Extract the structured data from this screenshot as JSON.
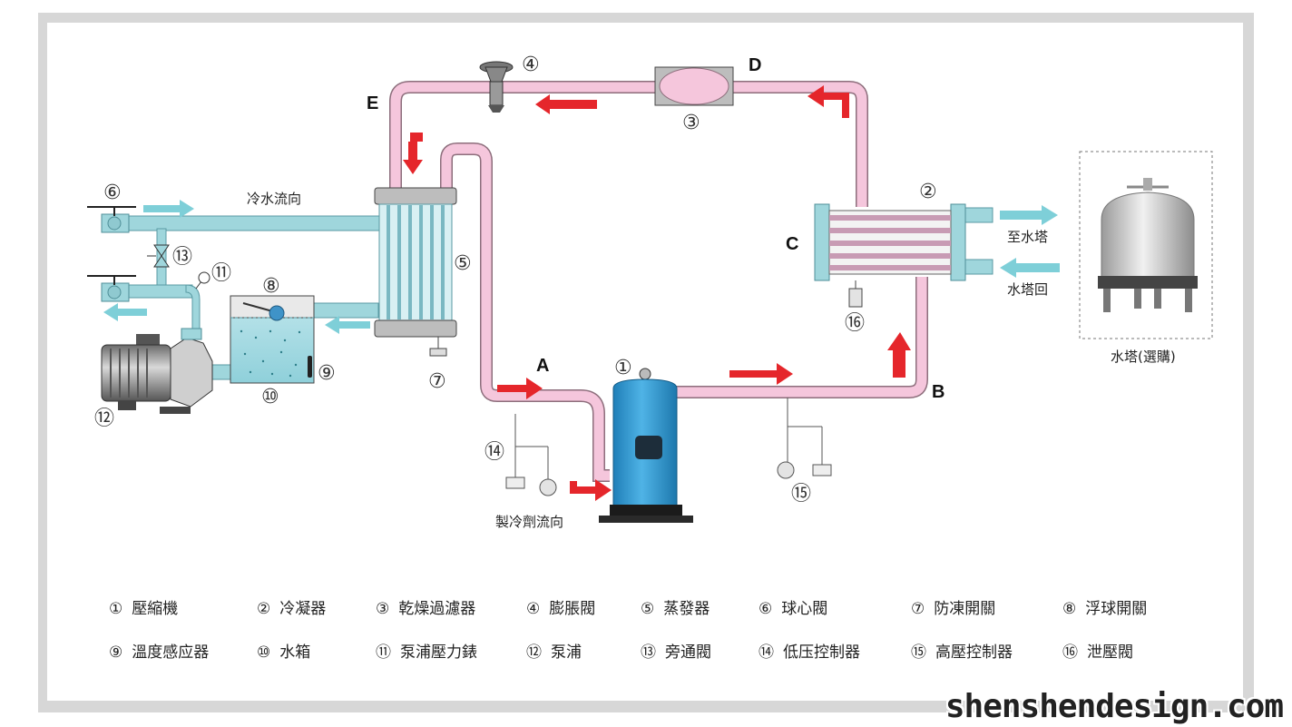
{
  "diagram": {
    "markers": {
      "m1": "①",
      "m2": "②",
      "m3": "③",
      "m4": "④",
      "m5": "⑤",
      "m6": "⑥",
      "m7": "⑦",
      "m8": "⑧",
      "m9": "⑨",
      "m10": "⑩",
      "m11": "⑪",
      "m12": "⑫",
      "m13": "⑬",
      "m14": "⑭",
      "m15": "⑮",
      "m16": "⑯"
    },
    "letters": {
      "A": "A",
      "B": "B",
      "C": "C",
      "D": "D",
      "E": "E"
    },
    "labels": {
      "chilled_water_flow": "冷水流向",
      "to_tower": "至水塔",
      "tower_return": "水塔回",
      "tower_optional": "水塔(選購)",
      "refrigerant_flow": "製冷劑流向"
    },
    "colors": {
      "refrigerant_pipe": "#f5c6dc",
      "water_pipe": "#9fd6dc",
      "flow_arrow_red": "#e5262b",
      "flow_arrow_cyan": "#7ecfd8",
      "compressor": "#2f95d0"
    }
  },
  "legend": [
    {
      "num": "①",
      "text": "壓縮機"
    },
    {
      "num": "②",
      "text": "冷凝器"
    },
    {
      "num": "③",
      "text": "乾燥過濾器"
    },
    {
      "num": "④",
      "text": "膨脹閥"
    },
    {
      "num": "⑤",
      "text": "蒸發器"
    },
    {
      "num": "⑥",
      "text": "球心閥"
    },
    {
      "num": "⑦",
      "text": "防凍開關"
    },
    {
      "num": "⑧",
      "text": "浮球開關"
    },
    {
      "num": "⑨",
      "text": "溫度感应器"
    },
    {
      "num": "⑩",
      "text": "水箱"
    },
    {
      "num": "⑪",
      "text": "泵浦壓力錶"
    },
    {
      "num": "⑫",
      "text": "泵浦"
    },
    {
      "num": "⑬",
      "text": "旁通閥"
    },
    {
      "num": "⑭",
      "text": "低压控制器"
    },
    {
      "num": "⑮",
      "text": "高壓控制器"
    },
    {
      "num": "⑯",
      "text": "泄壓閥"
    }
  ],
  "watermark": "shenshendesign.com"
}
